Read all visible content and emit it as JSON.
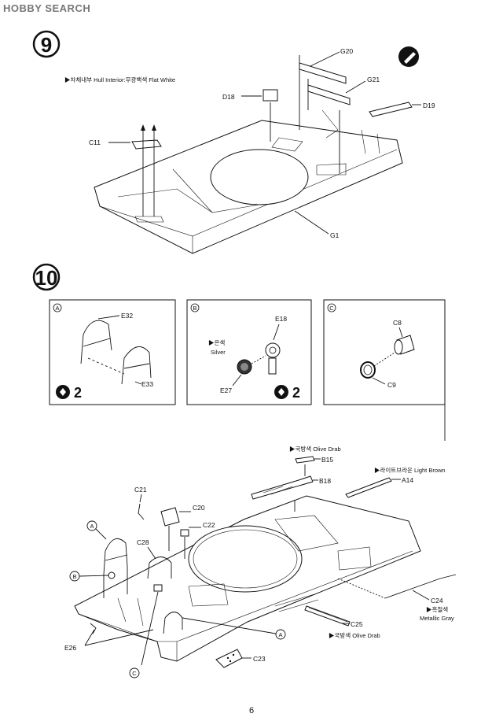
{
  "watermark": "HOBBY SEARCH",
  "step9": {
    "number": "9",
    "paint_note": "▶차체내부 Hull Interior:무광백색 Flat White",
    "parts": {
      "g20": "G20",
      "g21": "G21",
      "d18": "D18",
      "d19": "D19",
      "c11": "C11",
      "g1": "G1"
    }
  },
  "step10": {
    "number": "10",
    "panel_a": {
      "marker": "A",
      "e32": "E32",
      "e33": "E33",
      "qty": "2"
    },
    "panel_b": {
      "marker": "B",
      "paint_kr": "▶은색",
      "paint_en": "Silver",
      "e18": "E18",
      "e27": "E27",
      "qty": "2"
    },
    "panel_c": {
      "marker": "C",
      "c8": "C8",
      "c9": "C9"
    },
    "main": {
      "b15_paint": "▶국방색 Olive Drab",
      "b15": "B15",
      "b18": "B18",
      "a14_paint": "▶라이트브라운 Light Brown",
      "a14": "A14",
      "c21": "C21",
      "c20": "C20",
      "c22": "C22",
      "c28": "C28",
      "marker_a": "A",
      "marker_b": "B",
      "marker_c": "C",
      "e26": "E26",
      "c23": "C23",
      "c25": "C25",
      "c25_paint": "▶국방색 Olive Drab",
      "c24": "C24",
      "c24_paint_kr": "▶흑철색",
      "c24_paint_en": "Metallic Gray"
    }
  },
  "page_number": "6"
}
